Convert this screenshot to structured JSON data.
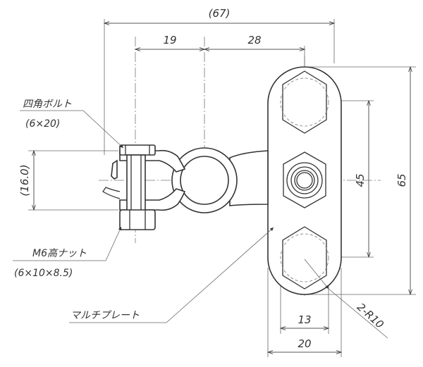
{
  "dimensions": {
    "overall": "(67)",
    "left_offset": "19",
    "center_offset": "28",
    "height_left": "(16.0)",
    "hole_pitch": "45",
    "plate_height": "65",
    "hex_across": "13",
    "plate_width": "20",
    "radius": "2-R10"
  },
  "callouts": {
    "bolt_name": "四角ボルト",
    "bolt_size": "(6×20)",
    "nut_name": "M6高ナット",
    "nut_size": "(6×10×8.5)",
    "plate_name": "マルチプレート"
  }
}
